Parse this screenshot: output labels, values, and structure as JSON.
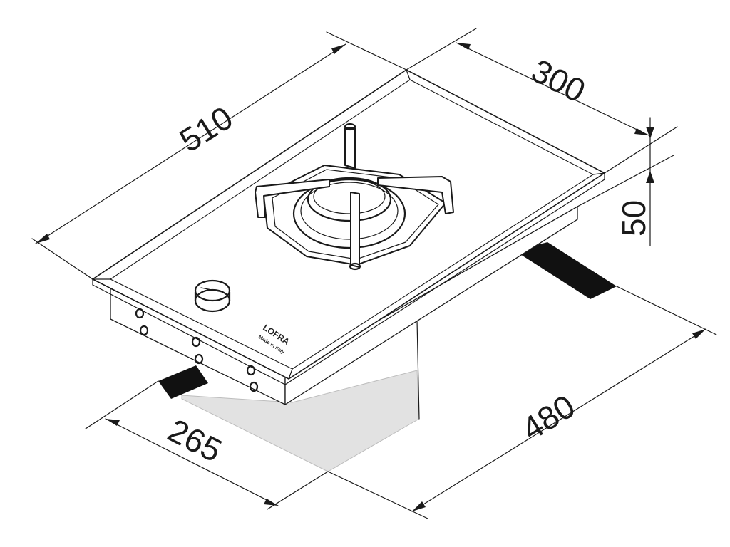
{
  "dimensions": {
    "length": "510",
    "width": "300",
    "height": "50",
    "cutout_length": "480",
    "cutout_width": "265"
  },
  "labels": {
    "brand": "LOFRA",
    "made_in": "Made in Italy"
  },
  "colors": {
    "line": "#1a1a1a",
    "cutout_shadow": "#e2e2e2",
    "support_bar": "#111111",
    "background": "#ffffff"
  }
}
